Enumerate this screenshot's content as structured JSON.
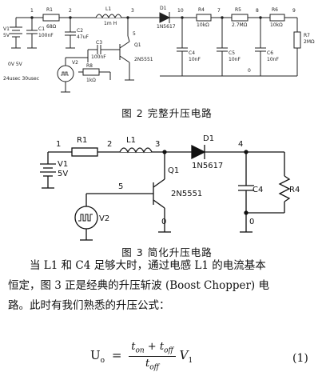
{
  "figure2": {
    "nodes": [
      "1",
      "2",
      "3",
      "5",
      "10",
      "7",
      "8",
      "9",
      "0"
    ],
    "components": {
      "V1": {
        "name": "V1",
        "value": "5V"
      },
      "C1": {
        "name": "C1",
        "value": "100nF"
      },
      "R1": {
        "name": "R1",
        "value": "68Ω"
      },
      "L1": {
        "name": "L1",
        "value": "1m H"
      },
      "C2": {
        "name": "C2",
        "value": "47uF"
      },
      "C3": {
        "name": "C3",
        "value": "100nF"
      },
      "R8": {
        "name": "R8",
        "value": "1kΩ"
      },
      "Q1": {
        "name": "Q1",
        "value": "2N5551"
      },
      "V2": {
        "name": "V2",
        "value": "0V 5V",
        "timing": "24usec 30usec"
      },
      "D1": {
        "name": "D1",
        "value": "1N5617"
      },
      "R4": {
        "name": "R4",
        "value": "10kΩ"
      },
      "R5": {
        "name": "R5",
        "value": "2.7MΩ"
      },
      "R6": {
        "name": "R6",
        "value": "10kΩ"
      },
      "R7": {
        "name": "R7",
        "value": "2MΩ"
      },
      "C4": {
        "name": "C4",
        "value": "10nF"
      },
      "C5": {
        "name": "C5",
        "value": "10nF"
      },
      "C6": {
        "name": "C6",
        "value": "10nF"
      }
    },
    "caption": "图 2   完整升压电路"
  },
  "figure3": {
    "nodes": [
      "1",
      "2",
      "3",
      "4",
      "5",
      "0",
      "0"
    ],
    "components": {
      "R1": "R1",
      "L1": "L1",
      "D1": "D1",
      "D1_value": "1N5617",
      "V1": "V1",
      "V1_value": "5V",
      "Q1": "Q1",
      "Q1_value": "2N5551",
      "C4": "C4",
      "R4": "R4",
      "V2": "V2"
    },
    "caption": "图 3   简化升压电路"
  },
  "paragraph": {
    "lines": [
      "当 L1 和 C4 足够大时，通过电感 L1 的电流基本",
      "恒定，图 3 正是经典的升压斩波 (Boost Chopper) 电",
      "路。此时有我们熟悉的升压公式："
    ]
  },
  "equation": {
    "lhs": "U",
    "lhs_sub": "o",
    "equals": "=",
    "numerator_t1": "t",
    "numerator_t1_sub": "on",
    "plus": " + ",
    "numerator_t2": "t",
    "numerator_t2_sub": "off",
    "denominator": "t",
    "denominator_sub": "off",
    "rhs": "V",
    "rhs_sub": "1",
    "number": "(1)"
  }
}
